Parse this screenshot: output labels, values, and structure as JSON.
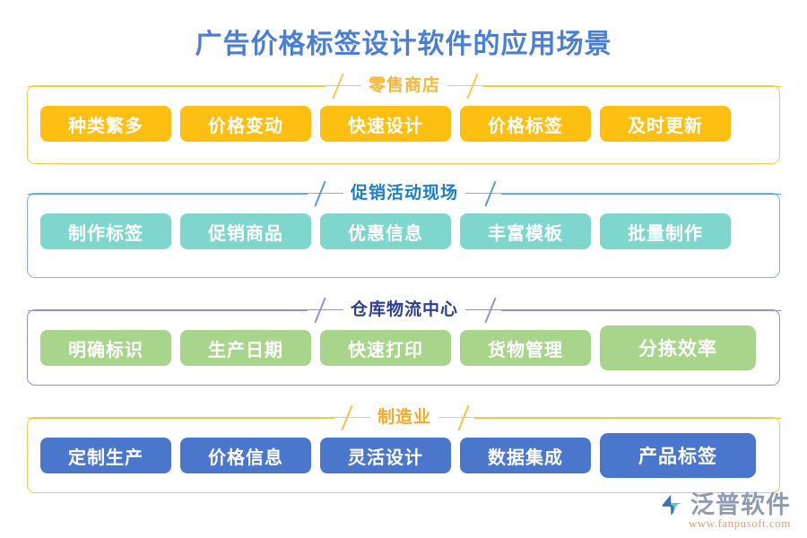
{
  "page": {
    "title": "广告价格标签设计软件的应用场景",
    "title_color": "#4a7fd4",
    "background": "#ffffff"
  },
  "sections": [
    {
      "id": "retail",
      "label": "零售商店",
      "frame_color": "#f7c948",
      "label_color": "#f4b73f",
      "tag_color": "#fcbf12",
      "tags": [
        {
          "label": "种类繁多",
          "emphasis": false
        },
        {
          "label": "价格变动",
          "emphasis": false
        },
        {
          "label": "快速设计",
          "emphasis": false
        },
        {
          "label": "价格标签",
          "emphasis": false
        },
        {
          "label": "及时更新",
          "emphasis": false
        }
      ]
    },
    {
      "id": "promo",
      "label": "促销活动现场",
      "frame_color": "#7fb3e0",
      "label_color": "#1c7fc4",
      "tag_color": "#7fd6cd",
      "tags": [
        {
          "label": "制作标签",
          "emphasis": false
        },
        {
          "label": "促销商品",
          "emphasis": false
        },
        {
          "label": "优惠信息",
          "emphasis": false
        },
        {
          "label": "丰富模板",
          "emphasis": false
        },
        {
          "label": "批量制作",
          "emphasis": false
        }
      ]
    },
    {
      "id": "warehouse",
      "label": "仓库物流中心",
      "frame_color": "#8e96c8",
      "label_color": "#2f3d8f",
      "tag_color": "#a8d48c",
      "tags": [
        {
          "label": "明确标识",
          "emphasis": false
        },
        {
          "label": "生产日期",
          "emphasis": false
        },
        {
          "label": "快速打印",
          "emphasis": false
        },
        {
          "label": "货物管理",
          "emphasis": false
        },
        {
          "label": "分拣效率",
          "emphasis": true
        }
      ]
    },
    {
      "id": "manufacturing",
      "label": "制造业",
      "frame_color": "#f7c948",
      "label_color": "#f5ab27",
      "tag_color": "#4a77cc",
      "tags": [
        {
          "label": "定制生产",
          "emphasis": false
        },
        {
          "label": "价格信息",
          "emphasis": false
        },
        {
          "label": "灵活设计",
          "emphasis": false
        },
        {
          "label": "数据集成",
          "emphasis": false
        },
        {
          "label": "产品标签",
          "emphasis": true
        }
      ]
    }
  ],
  "logo": {
    "mark_icon": "fanpu-swoosh-icon",
    "name": "泛普软件",
    "url": "www.fanpusoft.com",
    "name_color": "#8f9bb3",
    "url_color": "#e0a07a"
  }
}
